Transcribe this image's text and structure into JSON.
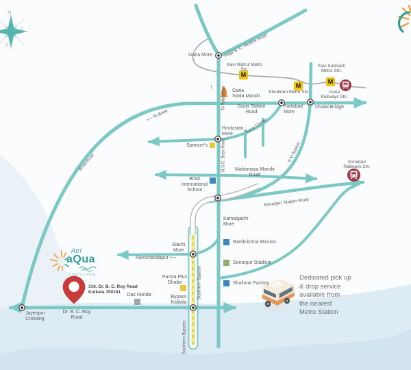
{
  "compass": {
    "n": "N",
    "e": "E",
    "s": "S",
    "w": "W"
  },
  "branding": {
    "project_top": "Atri",
    "project": "aQua",
    "tagline": "Lake's Living"
  },
  "location_pin": {
    "address": "316, Dr. B. C. Roy Road\nKolkata 700151"
  },
  "service_note": "Dedicated pick up\n& drop service\navailable from\nthe nearest\nMetro Station",
  "icons": {
    "up_arrow": "↑",
    "left_long_arrow": "⟵"
  },
  "roads": {
    "raja_sc_mullick": "Raja S. C. Mullick Road",
    "garia_station": "Garia Station Road",
    "nsc_bose": "N.S.C. Bose Road",
    "mahamaya": "Mahamaya Mandir Road",
    "em_bypass": "E M Bypass",
    "sonarpur_station": "Sonarpur Station Road",
    "southern_bypass_1": "Southern Bypass",
    "southern_bypass_2": "Southern Bypass",
    "dr_bc_roy": "Dr. B. C. Roy Road",
    "boral_road": "Boral Road",
    "to_boral": "To Boral",
    "to_tollygunge": "To Tollygunge"
  },
  "junctions": {
    "garia_more": "Garia More",
    "fartabad": "Fartabad\nMore",
    "dhalai": "Dhalai Bridge",
    "hindustan": "Hindustan\nMore",
    "kamalgachi": "Kamalgachi\nMore",
    "elachi": "Elachi\nMore",
    "ramchandapur": "Ramchandapur",
    "bypass_kalitala": "Bypass\nKalitala",
    "jayenpur": "Jayenpur\nCrossing"
  },
  "stations": {
    "metro_m": "M",
    "kavi_nazrul": "Kavi Nazrul Metro Stn.",
    "khudiram": "Khudiram Metro Stn.",
    "kavi_subhash": "Kavi Subhash\nMetro Stn.",
    "garia_rly": "Garia\nRailways Stn.",
    "sonarpur_rly": "Sonarpur\nRailways Stn."
  },
  "landmarks": {
    "garia_sitala": "Garia\nSitala Mandir",
    "spencers": "Spencer's",
    "garia_garden": "Garia Garden",
    "bdm": "BDM\nInternational\nSchool",
    "ramkrishna": "Ramkrishna Mission",
    "sonarpur_stadium": "Sonarpur Stadium",
    "shalimar": "Shalimar Factory",
    "parota": "Parota Plus\nDhaba",
    "das_honda": "Das Honda"
  },
  "colors": {
    "road_teal": "#7cc8c4",
    "metro_line_gray": "#a7a9ab",
    "metro_badge_yellow": "#f3c713",
    "railway_maroon": "#9d3a45",
    "highway_center_yellow": "#d8d75e",
    "pin_red": "#c93b3b",
    "legend_blue": "#3f86be",
    "legend_green": "#94ad74",
    "landmark_yellow": "#e7c93f",
    "landmark_gray": "#9fa6ab",
    "brand_teal": "#2f9e98",
    "brand_orange": "#eda03e",
    "water_blue": "#d2e4f0"
  }
}
